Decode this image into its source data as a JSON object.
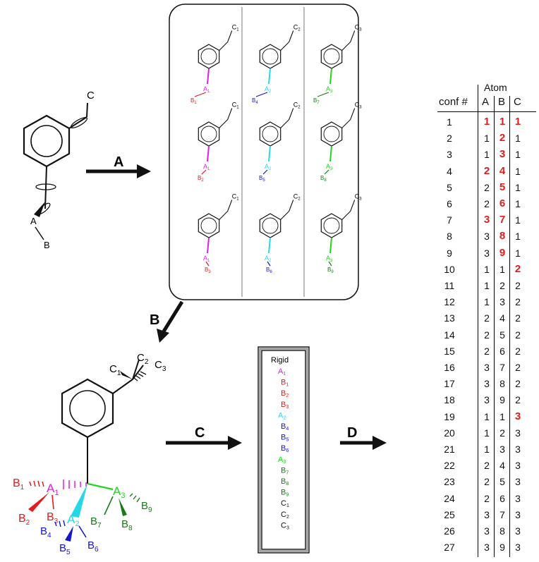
{
  "colors": {
    "red": "#e31b1b",
    "magenta": "#e020e0",
    "cyan": "#25d8e8",
    "blue": "#1515d0",
    "green": "#21d421",
    "darkgreen": "#1a7a1a",
    "black": "#111111"
  },
  "left_structure": {
    "c": "C",
    "a": "A",
    "b": "B"
  },
  "steps": {
    "a": "A",
    "b": "B",
    "c": "C",
    "d": "D"
  },
  "panel": {
    "c1": "C",
    "c1_sub": "1",
    "c2": "C",
    "c2_sub": "2",
    "c3": "C",
    "c3_sub": "3",
    "a1": "A",
    "a1_sub": "1",
    "a2": "A",
    "a2_sub": "2",
    "a3": "A",
    "a3_sub": "3",
    "b1": "B",
    "b1_sub": "1",
    "b2": "B",
    "b2_sub": "2",
    "b3": "B",
    "b3_sub": "3",
    "b4": "B",
    "b4_sub": "4",
    "b5": "B",
    "b5_sub": "5",
    "b6": "B",
    "b6_sub": "6",
    "b7": "B",
    "b7_sub": "7",
    "b8": "B",
    "b8_sub": "8",
    "b9": "B",
    "b9_sub": "9"
  },
  "combined": {
    "c1": "C",
    "c1_sub": "1",
    "c2": "C",
    "c2_sub": "2",
    "c3": "C",
    "c3_sub": "3",
    "a1": "A",
    "a1_sub": "1",
    "a2": "A",
    "a2_sub": "2",
    "a3": "A",
    "a3_sub": "3",
    "b1": "B",
    "b1_sub": "1",
    "b2": "B",
    "b2_sub": "2",
    "b3": "B",
    "b3_sub": "3",
    "b4": "B",
    "b4_sub": "4",
    "b5": "B",
    "b5_sub": "5",
    "b6": "B",
    "b6_sub": "6",
    "b7": "B",
    "b7_sub": "7",
    "b8": "B",
    "b8_sub": "8",
    "b9": "B",
    "b9_sub": "9"
  },
  "rigid_list": {
    "title": "Rigid",
    "items": [
      {
        "l": "A",
        "s": "1",
        "color": "magenta"
      },
      {
        "l": "B",
        "s": "1",
        "color": "red"
      },
      {
        "l": "B",
        "s": "2",
        "color": "red"
      },
      {
        "l": "B",
        "s": "3",
        "color": "red"
      },
      {
        "l": "A",
        "s": "2",
        "color": "cyan"
      },
      {
        "l": "B",
        "s": "4",
        "color": "blue"
      },
      {
        "l": "B",
        "s": "5",
        "color": "blue"
      },
      {
        "l": "B",
        "s": "6",
        "color": "blue"
      },
      {
        "l": "A",
        "s": "3",
        "color": "green"
      },
      {
        "l": "B",
        "s": "7",
        "color": "darkgreen"
      },
      {
        "l": "B",
        "s": "8",
        "color": "darkgreen"
      },
      {
        "l": "B",
        "s": "9",
        "color": "darkgreen"
      },
      {
        "l": "C",
        "s": "1",
        "color": "black"
      },
      {
        "l": "C",
        "s": "2",
        "color": "black"
      },
      {
        "l": "C",
        "s": "3",
        "color": "black"
      }
    ]
  },
  "table": {
    "title": "Atom",
    "headers": [
      "conf #",
      "A",
      "B",
      "C"
    ],
    "rows": [
      {
        "n": "1",
        "a": "1",
        "b": "1",
        "c": "1",
        "hl": [
          "a",
          "b",
          "c"
        ]
      },
      {
        "n": "2",
        "a": "1",
        "b": "2",
        "c": "1",
        "hl": [
          "b"
        ]
      },
      {
        "n": "3",
        "a": "1",
        "b": "3",
        "c": "1",
        "hl": [
          "b"
        ]
      },
      {
        "n": "4",
        "a": "2",
        "b": "4",
        "c": "1",
        "hl": [
          "a",
          "b"
        ]
      },
      {
        "n": "5",
        "a": "2",
        "b": "5",
        "c": "1",
        "hl": [
          "b"
        ]
      },
      {
        "n": "6",
        "a": "2",
        "b": "6",
        "c": "1",
        "hl": [
          "b"
        ]
      },
      {
        "n": "7",
        "a": "3",
        "b": "7",
        "c": "1",
        "hl": [
          "a",
          "b"
        ]
      },
      {
        "n": "8",
        "a": "3",
        "b": "8",
        "c": "1",
        "hl": [
          "b"
        ]
      },
      {
        "n": "9",
        "a": "3",
        "b": "9",
        "c": "1",
        "hl": [
          "b"
        ]
      },
      {
        "n": "10",
        "a": "1",
        "b": "1",
        "c": "2",
        "hl": [
          "c"
        ]
      },
      {
        "n": "11",
        "a": "1",
        "b": "2",
        "c": "2",
        "hl": []
      },
      {
        "n": "12",
        "a": "1",
        "b": "3",
        "c": "2",
        "hl": []
      },
      {
        "n": "13",
        "a": "2",
        "b": "4",
        "c": "2",
        "hl": []
      },
      {
        "n": "14",
        "a": "2",
        "b": "5",
        "c": "2",
        "hl": []
      },
      {
        "n": "15",
        "a": "2",
        "b": "6",
        "c": "2",
        "hl": []
      },
      {
        "n": "16",
        "a": "3",
        "b": "7",
        "c": "2",
        "hl": []
      },
      {
        "n": "17",
        "a": "3",
        "b": "8",
        "c": "2",
        "hl": []
      },
      {
        "n": "18",
        "a": "3",
        "b": "9",
        "c": "2",
        "hl": []
      },
      {
        "n": "19",
        "a": "1",
        "b": "1",
        "c": "3",
        "hl": [
          "c"
        ]
      },
      {
        "n": "20",
        "a": "1",
        "b": "2",
        "c": "3",
        "hl": []
      },
      {
        "n": "21",
        "a": "1",
        "b": "3",
        "c": "3",
        "hl": []
      },
      {
        "n": "22",
        "a": "2",
        "b": "4",
        "c": "3",
        "hl": []
      },
      {
        "n": "23",
        "a": "2",
        "b": "5",
        "c": "3",
        "hl": []
      },
      {
        "n": "24",
        "a": "2",
        "b": "6",
        "c": "3",
        "hl": []
      },
      {
        "n": "25",
        "a": "3",
        "b": "7",
        "c": "3",
        "hl": []
      },
      {
        "n": "26",
        "a": "3",
        "b": "8",
        "c": "3",
        "hl": []
      },
      {
        "n": "27",
        "a": "3",
        "b": "9",
        "c": "3",
        "hl": []
      }
    ]
  }
}
